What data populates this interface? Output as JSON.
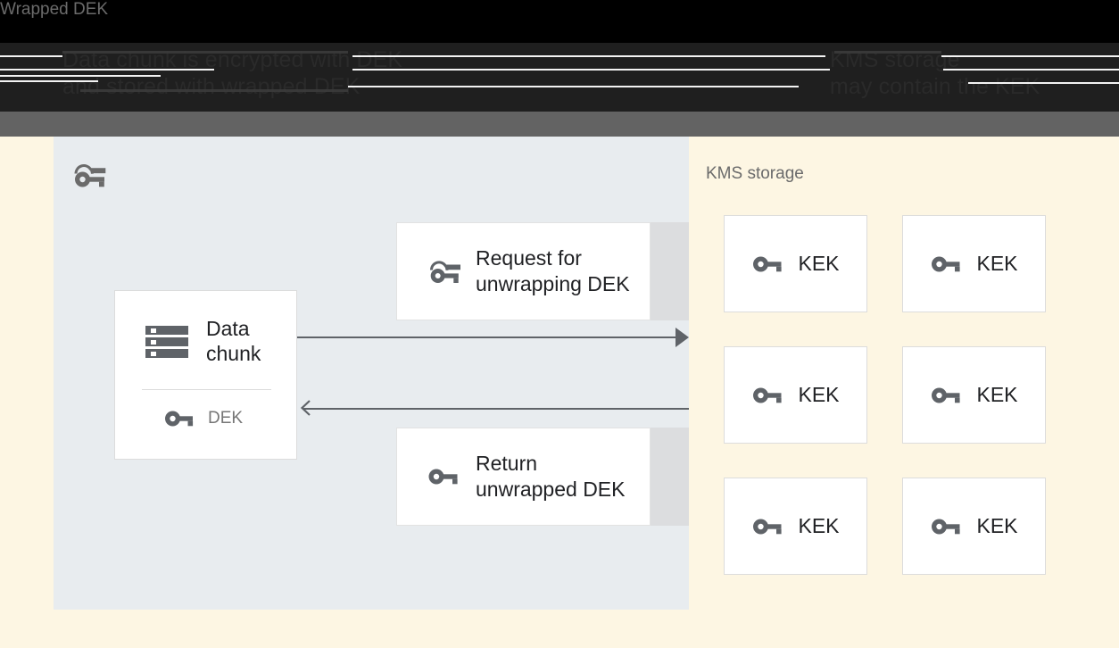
{
  "header": {
    "left_caption": "Data chunk is encrypted with DEK\nand stored with wrapped DEK",
    "right_caption": "KMS storage\nmay contain the KEK"
  },
  "colors": {
    "page_background": "#fdf6e3",
    "client_panel": "#e8ecef",
    "card_background": "#ffffff",
    "card_border": "#dcdcdc",
    "icon_gray": "#5f6368",
    "text_primary": "#202124",
    "text_muted": "#6b6b6b",
    "arrow": "#5f6368",
    "header_band": "#636363"
  },
  "client_panel": {
    "title": "Wrapped DEK",
    "title_icon": "wrapped-key-icon",
    "data_chunk_card": {
      "icon": "server-stack-icon",
      "label": "Data\nchunk",
      "key_icon": "key-icon",
      "key_label": "DEK"
    },
    "messages": [
      {
        "id": "request",
        "icon": "wrapped-key-icon",
        "label": "Request for\nunwrapping DEK"
      },
      {
        "id": "return",
        "icon": "key-icon",
        "label": "Return\nunwrapped DEK"
      }
    ],
    "arrows": [
      {
        "id": "request-arrow",
        "direction": "right"
      },
      {
        "id": "return-arrow",
        "direction": "left"
      }
    ]
  },
  "kms_panel": {
    "title": "KMS storage",
    "keys": [
      {
        "icon": "key-icon",
        "label": "KEK"
      },
      {
        "icon": "key-icon",
        "label": "KEK"
      },
      {
        "icon": "key-icon",
        "label": "KEK"
      },
      {
        "icon": "key-icon",
        "label": "KEK"
      },
      {
        "icon": "key-icon",
        "label": "KEK"
      },
      {
        "icon": "key-icon",
        "label": "KEK"
      }
    ]
  }
}
